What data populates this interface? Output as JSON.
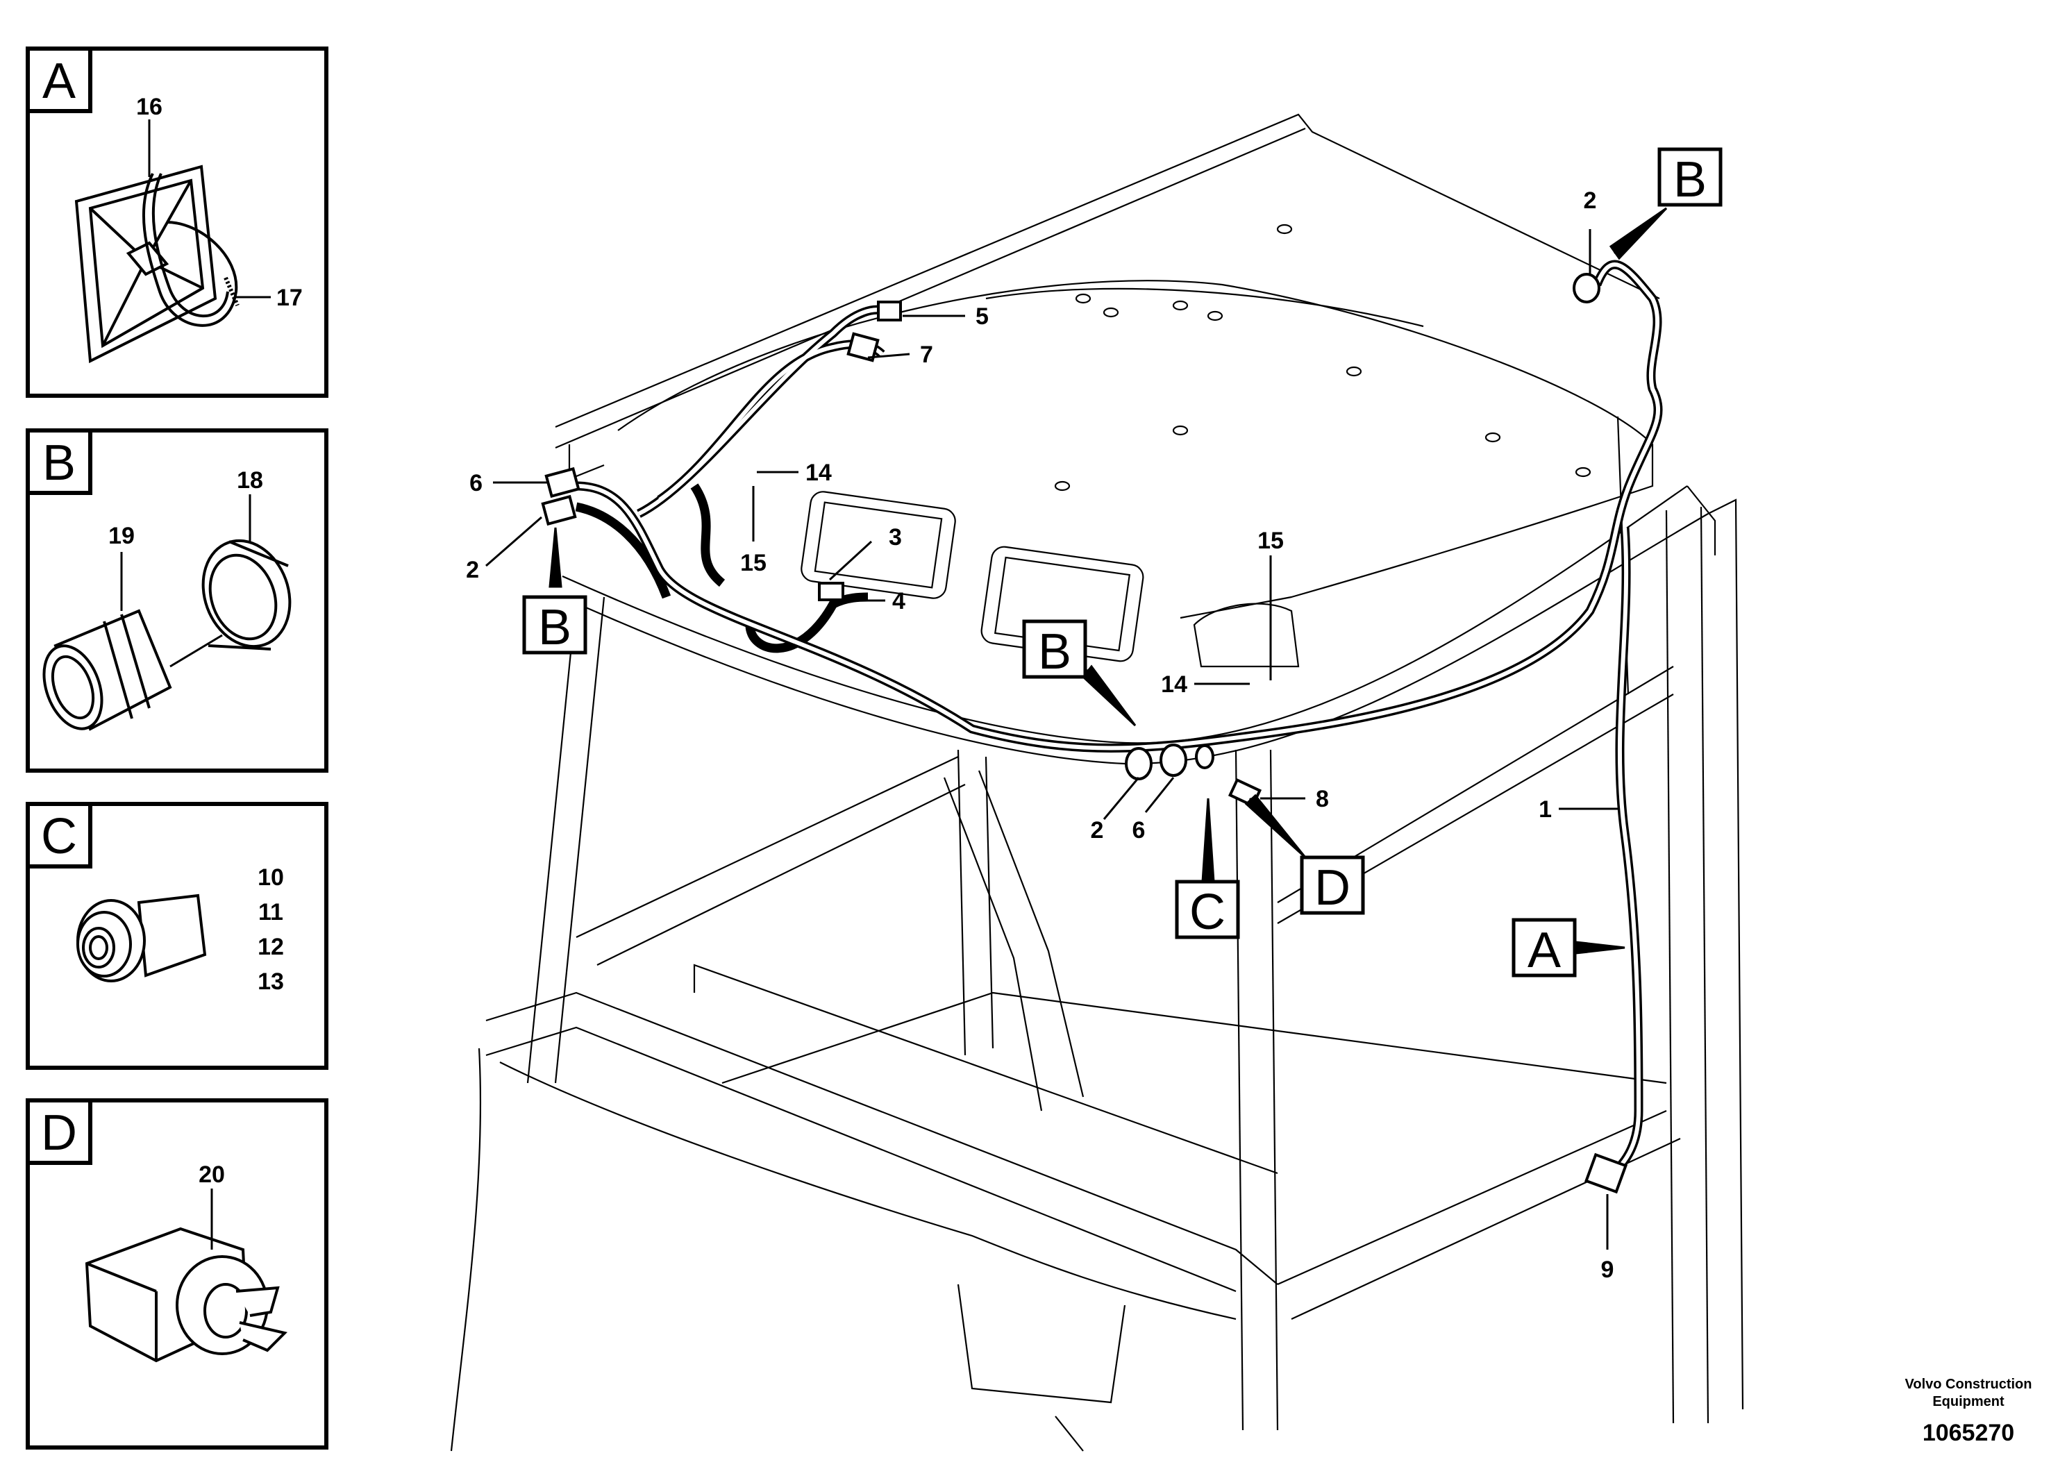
{
  "insets": [
    {
      "letter": "A",
      "parts": [
        "16",
        "17"
      ]
    },
    {
      "letter": "B",
      "parts": [
        "18",
        "19"
      ]
    },
    {
      "letter": "C",
      "parts": [
        "10",
        "11",
        "12",
        "13"
      ]
    },
    {
      "letter": "D",
      "parts": [
        "20"
      ]
    }
  ],
  "callouts": {
    "n1": "1",
    "n2a": "2",
    "n2b": "2",
    "n2c": "2",
    "n3": "3",
    "n4": "4",
    "n5": "5",
    "n6a": "6",
    "n6b": "6",
    "n7": "7",
    "n8": "8",
    "n9": "9",
    "n14a": "14",
    "n14b": "14",
    "n15a": "15",
    "n15b": "15"
  },
  "detail_refs": {
    "A": "A",
    "B1": "B",
    "B2": "B",
    "B3": "B",
    "C": "C",
    "D": "D"
  },
  "footer": {
    "company_line1": "Volvo Construction",
    "company_line2": "Equipment",
    "drawing_number": "1065270"
  }
}
